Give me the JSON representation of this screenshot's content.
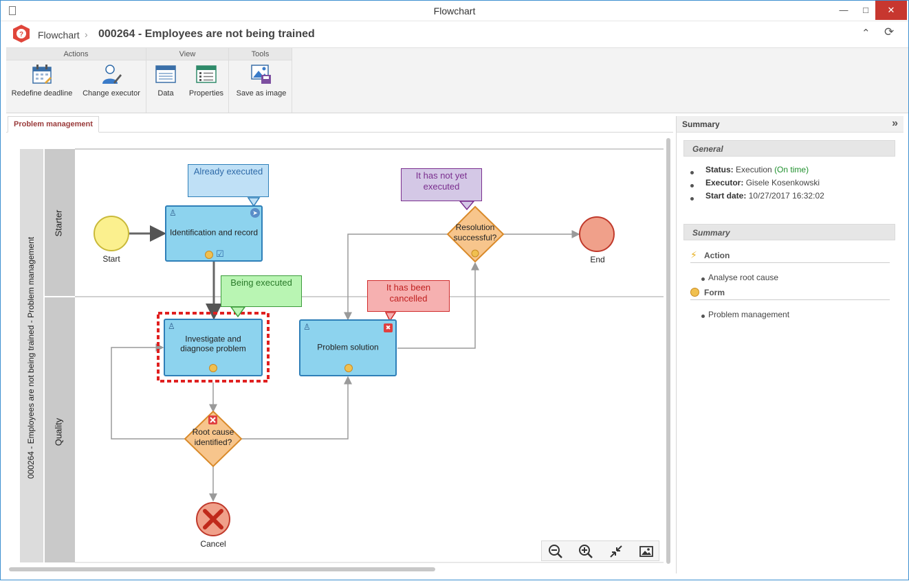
{
  "window": {
    "title": "Flowchart"
  },
  "header": {
    "app_name": "Flowchart",
    "record_title": "000264 - Employees are not being trained"
  },
  "ribbon": {
    "groups": [
      {
        "title": "Actions",
        "buttons": [
          "Redefine deadline",
          "Change executor"
        ]
      },
      {
        "title": "View",
        "buttons": [
          "Data",
          "Properties"
        ]
      },
      {
        "title": "Tools",
        "buttons": [
          "Save as image"
        ]
      }
    ]
  },
  "tabs": [
    {
      "label": "Problem management"
    }
  ],
  "diagram": {
    "pool": "000264 - Employees are not being trained - Problem management",
    "lanes": [
      "Starter",
      "Quality"
    ],
    "events": {
      "start": "Start",
      "end": "End",
      "cancel": "Cancel"
    },
    "tasks": {
      "identification": "Identification and record",
      "investigate": "Investigate and diagnose problem",
      "solution": "Problem solution"
    },
    "gateways": {
      "resolution": "Resolution successful?",
      "rootcause": "Root cause identified?"
    },
    "callouts": {
      "already": "Already executed",
      "not_yet": "It has not yet executed",
      "being": "Being executed",
      "cancelled": "It has been cancelled"
    },
    "colors": {
      "task_fill": "#8dd3ee",
      "task_border": "#2e7fb8",
      "gateway_fill": "#f7c58c",
      "start_fill": "#fbf08e",
      "end_fill": "#f0a08a",
      "current_outline": "#e02020"
    }
  },
  "summary_panel": {
    "title": "Summary",
    "general": {
      "title": "General",
      "status_label": "Status:",
      "status_value": "Execution",
      "status_note": "(On time)",
      "executor_label": "Executor:",
      "executor_value": "Gisele Kosenkowski",
      "start_label": "Start date:",
      "start_value": "10/27/2017 16:32:02"
    },
    "summary": {
      "title": "Summary",
      "action_title": "Action",
      "action_item": "Analyse root cause",
      "form_title": "Form",
      "form_item": "Problem management"
    }
  },
  "icons": [
    "document-icon",
    "minimize-icon",
    "maximize-icon",
    "close-icon",
    "collapse-icon",
    "refresh-icon",
    "calendar-icon",
    "user-edit-icon",
    "table-icon",
    "properties-icon",
    "save-image-icon",
    "zoom-out-icon",
    "zoom-in-icon",
    "fit-icon",
    "image-icon",
    "double-chevron-icon"
  ]
}
